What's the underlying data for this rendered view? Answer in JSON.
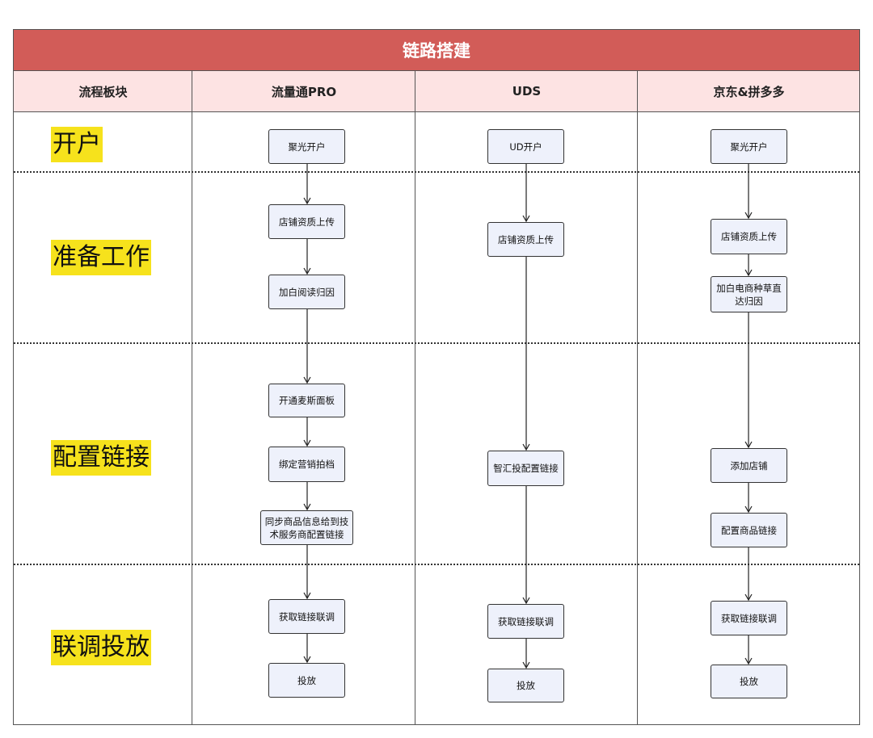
{
  "title": "链路搭建",
  "headers": [
    "流程板块",
    "流量通PRO",
    "UDS",
    "京东&拼多多"
  ],
  "stages": [
    "开户",
    "准备工作",
    "配置链接",
    "联调投放"
  ],
  "columns": [
    {
      "name": "流量通PRO",
      "steps": [
        "聚光开户",
        "店铺资质上传",
        "加白阅读归因",
        "开通麦斯面板",
        "绑定营销拍档",
        "同步商品信息给到技术服务商配置链接",
        "获取链接联调",
        "投放"
      ]
    },
    {
      "name": "UDS",
      "steps": [
        "UD开户",
        "店铺资质上传",
        "智汇投配置链接",
        "获取链接联调",
        "投放"
      ]
    },
    {
      "name": "京东&拼多多",
      "steps": [
        "聚光开户",
        "店铺资质上传",
        "加白电商种草直达归因",
        "添加店铺",
        "配置商品链接",
        "获取链接联调",
        "投放"
      ]
    }
  ]
}
